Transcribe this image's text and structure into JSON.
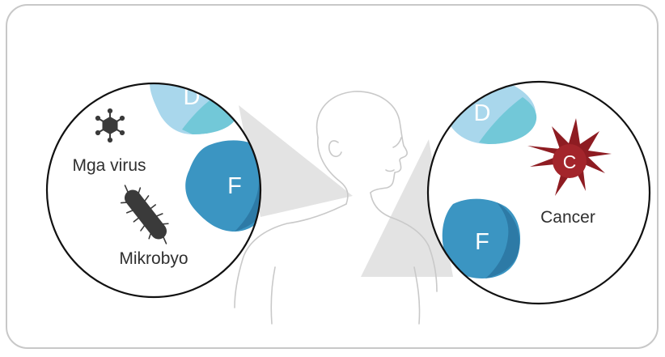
{
  "left_panel": {
    "virus_label": "Mga virus",
    "microbe_label": "Mikrobyo",
    "cell_d_letter": "D",
    "cell_f_letter": "F"
  },
  "right_panel": {
    "cell_d_letter": "D",
    "cell_f_letter": "F",
    "cancer_letter": "C",
    "cancer_label": "Cancer"
  },
  "colors": {
    "frame_border": "#c8c8c8",
    "cell_d_light": "#a9d7ec",
    "cell_d_teal": "#72c8d8",
    "cell_f": "#3b95c2",
    "cell_f_dark": "#2d7aa6",
    "virus": "#3a3a3a",
    "cancer": "#8e1c22",
    "cancer_core": "#a3252b",
    "beam": "#e3e3e3",
    "outline_person": "#c9c9c9",
    "label_text": "#2f2f2f"
  }
}
